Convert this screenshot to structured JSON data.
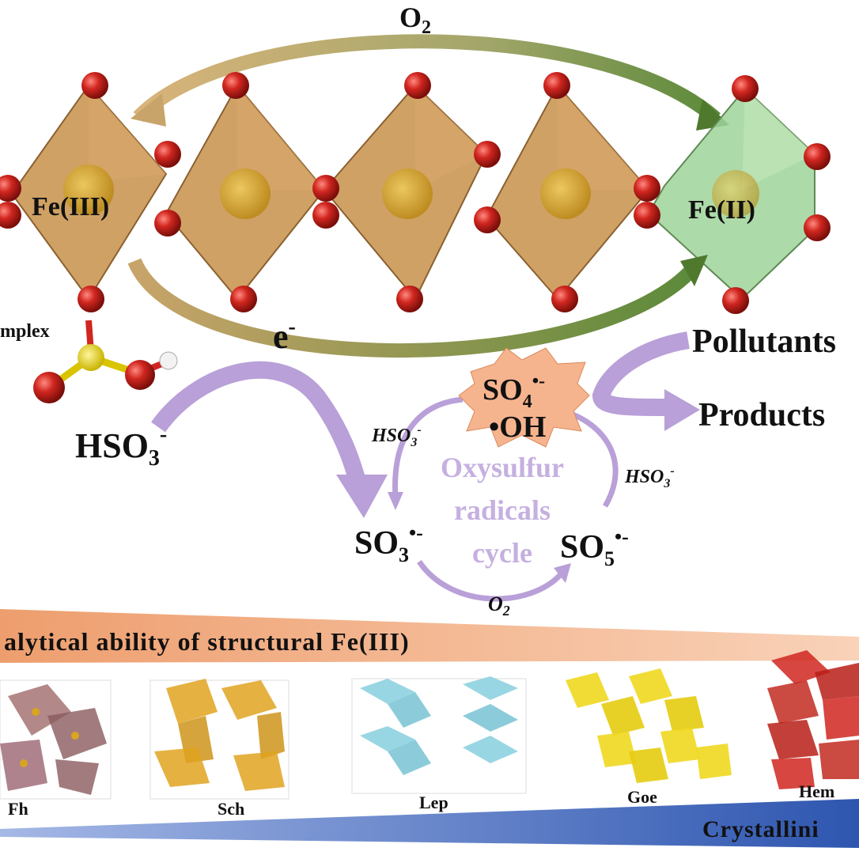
{
  "labels": {
    "o2_top": "O",
    "o2_top_sub": "2",
    "fe3": "Fe(III)",
    "fe2": "Fe(II)",
    "complex": "mplex",
    "electron": "e",
    "electron_sup": "-",
    "pollutants": "Pollutants",
    "products": "Products",
    "hso3": "HSO",
    "hso3_sub": "3",
    "hso3_sup": "-",
    "so4": "SO",
    "so4_sub": "4",
    "so4_sup": "•-",
    "oh": "•OH",
    "hso3_left": "HSO",
    "hso3_left_sub": "3",
    "hso3_left_sup": "-",
    "hso3_right": "HSO",
    "hso3_right_sub": "3",
    "hso3_right_sup": "-",
    "cycle_line1": "Oxysulfur",
    "cycle_line2": "radicals",
    "cycle_line3": "cycle",
    "so3": "SO",
    "so3_sub": "3",
    "so3_sup": "•-",
    "so5": "SO",
    "so5_sub": "5",
    "so5_sup": "•-",
    "o2_bottom": "O",
    "o2_bottom_sub": "2",
    "catalytic": "alytical ability of structural Fe(III)",
    "crystallinity": "Crystallini",
    "minerals": [
      "Fh",
      "Sch",
      "Lep",
      "Goe",
      "Hem"
    ]
  },
  "colors": {
    "fe3_octahedron": "#c8914a",
    "fe2_octahedron": "#9fd49a",
    "oxygen": "#d0261f",
    "iron_atom": "#d9a520",
    "orange_wedge": "#f0a878",
    "blue_wedge": "#3a62b8",
    "violet_arrow": "#b9a0d8",
    "green_arrow": "#5f8a3a",
    "star": "#f6b48e"
  }
}
